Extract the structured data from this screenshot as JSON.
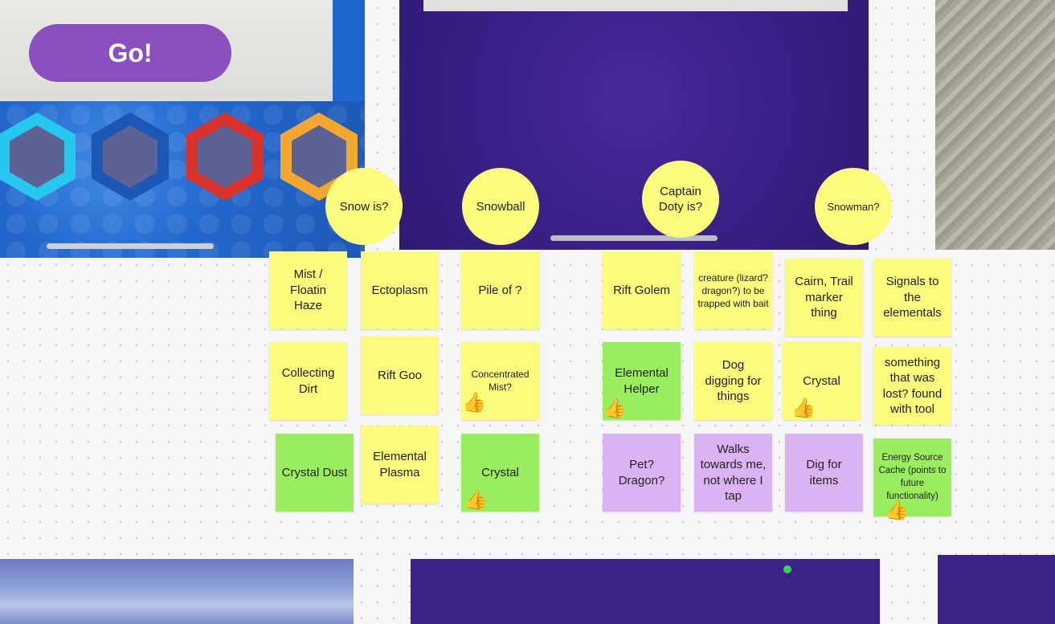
{
  "game_screen": {
    "go_label": "Go!"
  },
  "circles": {
    "snow": "Snow is?",
    "snowball": "Snowball",
    "captain": "Captain Doty is?",
    "snowman": "Snowman?"
  },
  "notes": {
    "mist": "Mist / Floatin Haze",
    "ectoplasm": "Ectoplasm",
    "pile": "Pile of ?",
    "rift_golem": "Rift Golem",
    "creature": "creature (lizard? dragon?) to be trapped with bait",
    "cairn": "Cairn, Trail marker thing",
    "signals": "Signals to the elementals",
    "collecting_dirt": "Collecting Dirt",
    "rift_goo": "Rift Goo",
    "concentrated_mist": "Concentrated Mist?",
    "elemental_helper": "Elemental Helper",
    "dog_digging": "Dog digging for things",
    "crystal_mid": "Crystal",
    "lost_found": "something that was lost? found with tool",
    "crystal_dust": "Crystal Dust",
    "elemental_plasma": "Elemental Plasma",
    "crystal_bottom": "Crystal",
    "pet_dragon": "Pet? Dragon?",
    "walks_towards": "Walks towards me, not where I tap",
    "dig_items": "Dig for items",
    "energy_source": "Energy Source Cache (points to future functionality)"
  },
  "colors": {
    "sticky_yellow": "#fbfb7e",
    "sticky_green": "#9bed60",
    "sticky_purple": "#dbb2f2",
    "go_button": "#8c4fc0"
  },
  "icons": [
    "thumbs-up-icon"
  ]
}
